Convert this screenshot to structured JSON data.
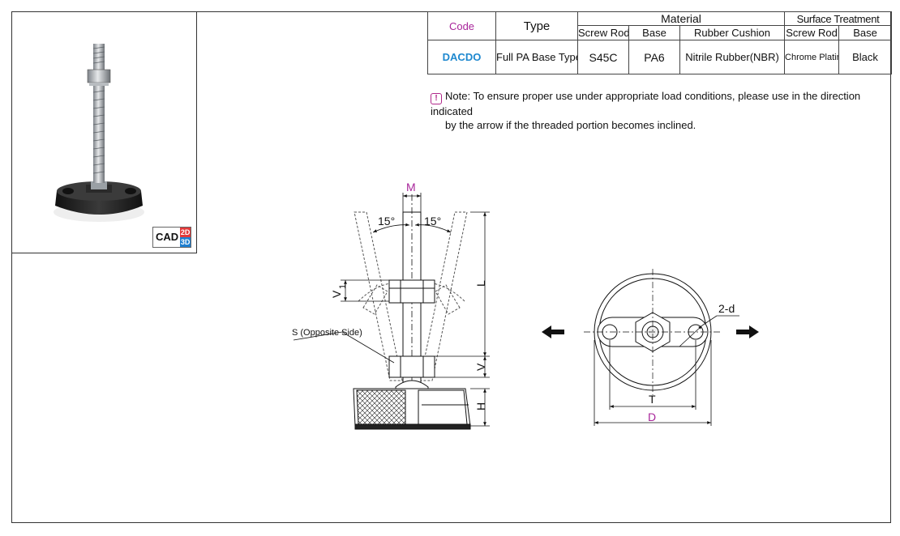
{
  "table": {
    "code_header": "Code",
    "type_header": "Type",
    "material_header": "Material",
    "surface_header": "Surface Treatment",
    "sub_headers": [
      "Screw Rod",
      "Base",
      "Rubber Cushion",
      "Screw Rod",
      "Base"
    ],
    "row": {
      "code": "DACDO",
      "type": "Full PA Base Type",
      "material_screw_rod": "S45C",
      "material_base": "PA6",
      "rubber_cushion": "Nitrile Rubber(NBR)",
      "surface_screw_rod": "Chrome Plating",
      "surface_base": "Black"
    }
  },
  "note": {
    "icon": "exclamation-icon",
    "line1": "Note: To ensure proper use under appropriate load conditions, please use in the direction indicated",
    "line2": "by the arrow if the threaded portion becomes inclined."
  },
  "cad": {
    "label": "CAD",
    "two_d": "2D",
    "three_d": "3D"
  },
  "drawing": {
    "m": "M",
    "angle_left": "15°",
    "angle_right": "15°",
    "l": "L",
    "v1": "V",
    "v1_sub": "1",
    "v": "V",
    "h": "H",
    "s_label": "S (Opposite Side)",
    "two_d": "2-d",
    "t": "T",
    "d": "D"
  },
  "colors": {
    "accent_magenta": "#a8259a",
    "accent_blue": "#1e88cf"
  }
}
